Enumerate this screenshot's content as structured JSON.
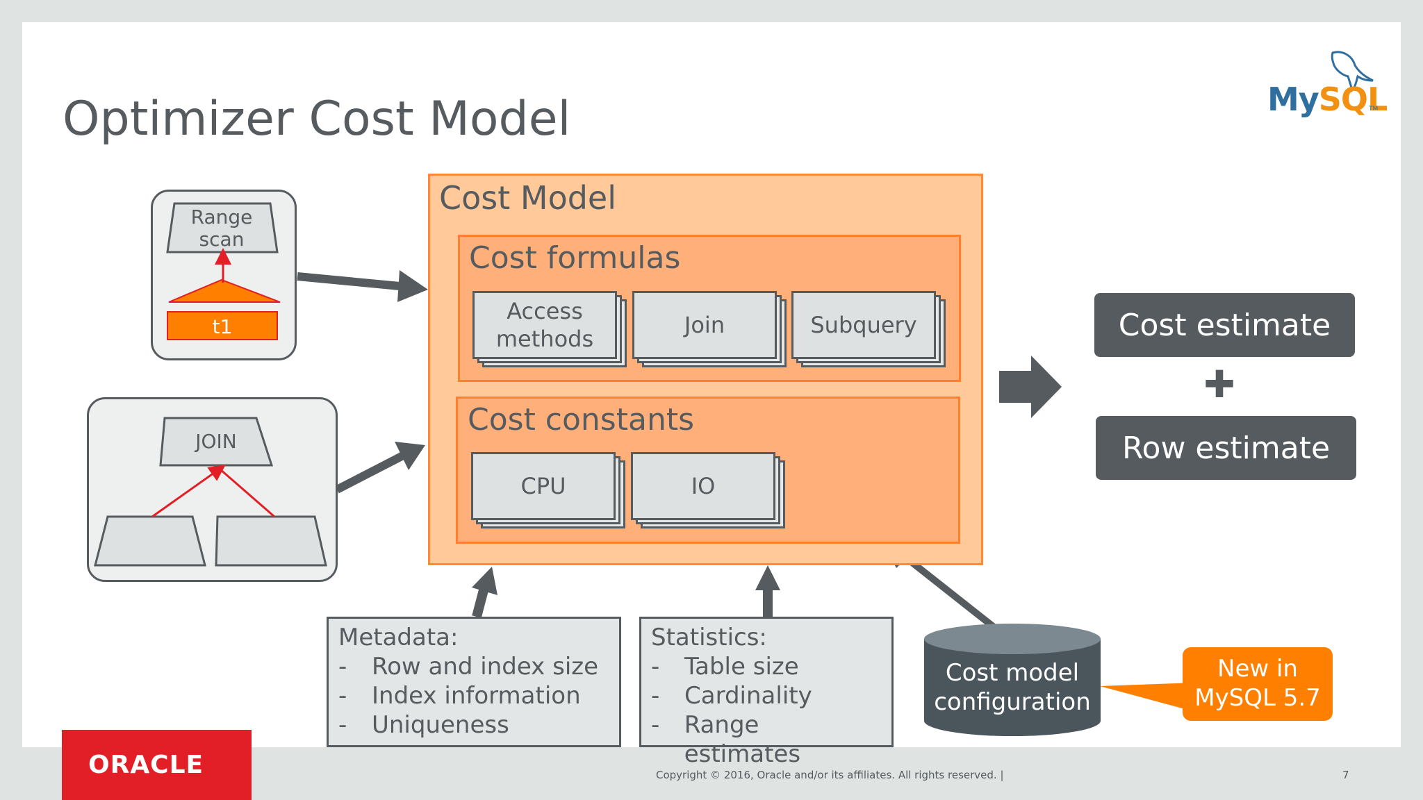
{
  "slide": {
    "title": "Optimizer Cost Model",
    "logo": {
      "part1": "My",
      "part2": "SQL",
      "tm": "TM"
    },
    "page_number": "7",
    "copyright": "Copyright © 2016, Oracle and/or its affiliates. All rights reserved.  |",
    "oracle_logo": "ORACLE"
  },
  "left": {
    "range_scan": "Range scan",
    "t1": "t1",
    "join": "JOIN"
  },
  "cost_model": {
    "title": "Cost Model",
    "formulas": {
      "title": "Cost formulas",
      "items": [
        "Access methods",
        "Join",
        "Subquery"
      ]
    },
    "constants": {
      "title": "Cost constants",
      "items": [
        "CPU",
        "IO"
      ]
    }
  },
  "outputs": {
    "cost_estimate": "Cost estimate",
    "plus": "✚",
    "row_estimate": "Row estimate"
  },
  "metadata": {
    "title": "Metadata:",
    "items": [
      "Row and index size",
      "Index information",
      "Uniqueness"
    ]
  },
  "statistics": {
    "title": "Statistics:",
    "items": [
      "Table size",
      "Cardinality",
      "Range estimates"
    ]
  },
  "config": {
    "label": "Cost model configuration",
    "callout": "New in MySQL 5.7"
  },
  "colors": {
    "orange_outer": "#ffc999",
    "orange_inner": "#ffb07a",
    "orange_border": "#ff7f2a",
    "gray_dark": "#555b5e",
    "card_fill": "#dee1e1",
    "oracle_red": "#e21f26",
    "callout_orange": "#ff7f00"
  }
}
